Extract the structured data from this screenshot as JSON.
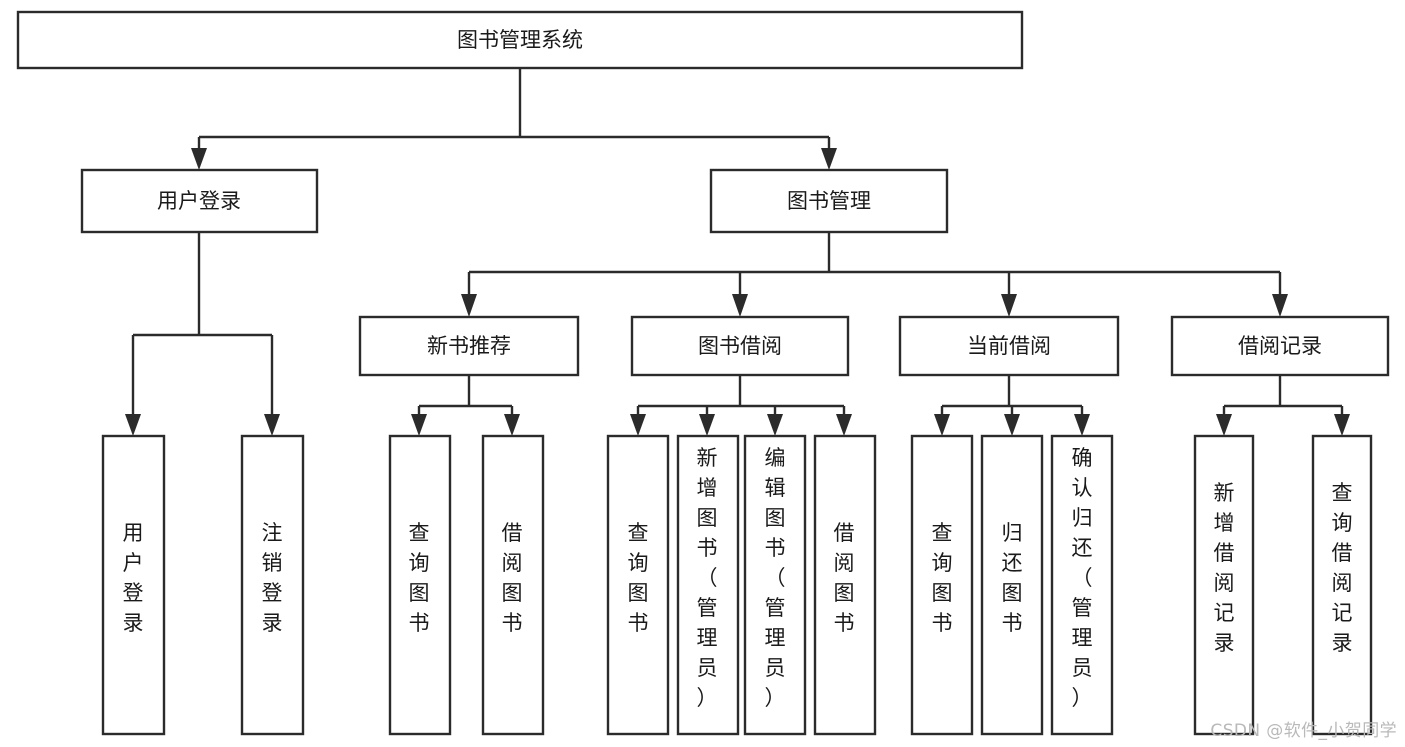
{
  "diagram": {
    "type": "tree-hierarchy",
    "title": "图书管理系统",
    "watermark": "CSDN @软件_小贺同学",
    "colors": {
      "background": "#ffffff",
      "box_fill": "#ffffff",
      "stroke": "#2b2b2b",
      "text": "#1a1a1a",
      "watermark": "#b9b9b9"
    },
    "levels": {
      "root": {
        "label": "图书管理系统",
        "orientation": "horizontal"
      },
      "level2": [
        {
          "label": "用户登录",
          "orientation": "horizontal"
        },
        {
          "label": "图书管理",
          "orientation": "horizontal"
        }
      ],
      "level3": [
        {
          "label": "新书推荐",
          "orientation": "horizontal",
          "parent": "图书管理"
        },
        {
          "label": "图书借阅",
          "orientation": "horizontal",
          "parent": "图书管理"
        },
        {
          "label": "当前借阅",
          "orientation": "horizontal",
          "parent": "图书管理"
        },
        {
          "label": "借阅记录",
          "orientation": "horizontal",
          "parent": "图书管理"
        }
      ],
      "leaves": [
        {
          "label": "用户登录",
          "orientation": "vertical",
          "parent": "用户登录",
          "lines": [
            "用",
            "户",
            "登",
            "录"
          ]
        },
        {
          "label": "注销登录",
          "orientation": "vertical",
          "parent": "用户登录",
          "lines": [
            "注",
            "销",
            "登",
            "录"
          ]
        },
        {
          "label": "查询图书",
          "orientation": "vertical",
          "parent": "新书推荐",
          "lines": [
            "查",
            "询",
            "图",
            "书"
          ]
        },
        {
          "label": "借阅图书",
          "orientation": "vertical",
          "parent": "新书推荐",
          "lines": [
            "借",
            "阅",
            "图",
            "书"
          ]
        },
        {
          "label": "查询图书",
          "orientation": "vertical",
          "parent": "图书借阅",
          "lines": [
            "查",
            "询",
            "图",
            "书"
          ]
        },
        {
          "label": "新增图书（管理员）",
          "orientation": "vertical",
          "parent": "图书借阅",
          "lines": [
            "新",
            "增",
            "图",
            "书",
            "（",
            "管",
            "理",
            "员",
            "）"
          ]
        },
        {
          "label": "编辑图书（管理员）",
          "orientation": "vertical",
          "parent": "图书借阅",
          "lines": [
            "编",
            "辑",
            "图",
            "书",
            "（",
            "管",
            "理",
            "员",
            "）"
          ]
        },
        {
          "label": "借阅图书",
          "orientation": "vertical",
          "parent": "图书借阅",
          "lines": [
            "借",
            "阅",
            "图",
            "书"
          ]
        },
        {
          "label": "查询图书",
          "orientation": "vertical",
          "parent": "当前借阅",
          "lines": [
            "查",
            "询",
            "图",
            "书"
          ]
        },
        {
          "label": "归还图书",
          "orientation": "vertical",
          "parent": "当前借阅",
          "lines": [
            "归",
            "还",
            "图",
            "书"
          ]
        },
        {
          "label": "确认归还（管理员）",
          "orientation": "vertical",
          "parent": "当前借阅",
          "lines": [
            "确",
            "认",
            "归",
            "还",
            "（",
            "管",
            "理",
            "员",
            "）"
          ]
        },
        {
          "label": "新增借阅记录",
          "orientation": "vertical",
          "parent": "借阅记录",
          "lines": [
            "新",
            "增",
            "借",
            "阅",
            "记",
            "录"
          ]
        },
        {
          "label": "查询借阅记录",
          "orientation": "vertical",
          "parent": "借阅记录",
          "lines": [
            "查",
            "询",
            "借",
            "阅",
            "记",
            "录"
          ]
        }
      ]
    }
  }
}
